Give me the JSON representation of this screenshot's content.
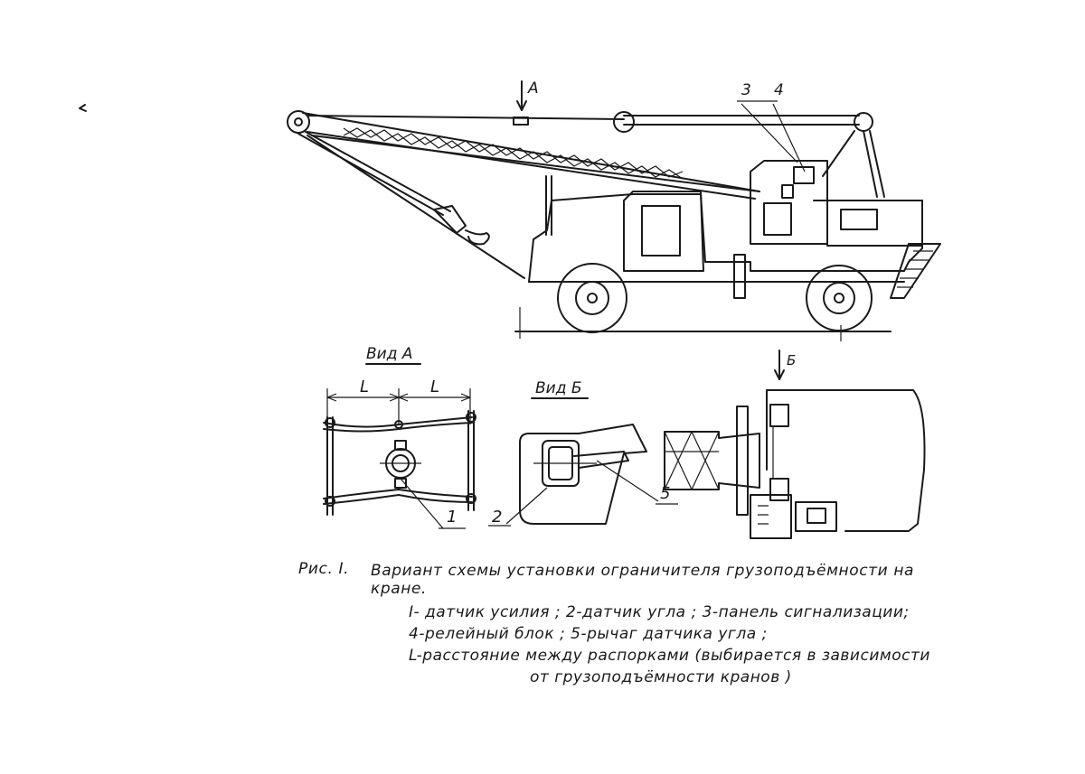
{
  "callouts": {
    "n1": "1",
    "n2": "2",
    "n3": "3",
    "n4": "4",
    "n5": "5",
    "arrow_a": "А",
    "arrow_b": "Б"
  },
  "views": {
    "view_a_title": "Вид А",
    "view_b_title": "Вид Б",
    "dim_left": "L",
    "dim_right": "L"
  },
  "caption": {
    "fig_label": "Рис. I.",
    "title_line1": "Вариант схемы установки ограничителя грузоподъёмности на",
    "title_line2": "кране.",
    "legend_line1": "I- датчик усилия ;  2-датчик угла ; 3-панель сигнализации;",
    "legend_line2": "4-релейный блок ; 5-рычаг датчика угла ;",
    "legend_line3": "L-расстояние между распорками (выбирается в зависимости",
    "legend_line4": "от грузоподъёмности кранов )"
  }
}
